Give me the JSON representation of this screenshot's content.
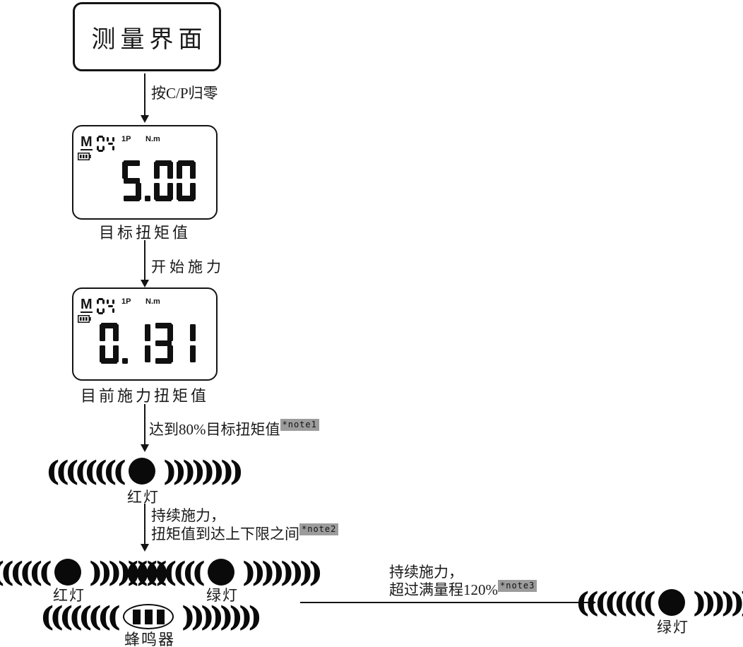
{
  "page": {
    "bg": "#ffffff",
    "ink": "#141414",
    "note_bg": "#9c9c9c"
  },
  "symbols": {
    "arcs_left": "((((((((",
    "arcs_right": "))))))))"
  },
  "start": {
    "label": "测量界面"
  },
  "arrows": {
    "a1": "按C/P归零",
    "a2": "开始施力",
    "a3": {
      "text": "达到80%目标扭矩值",
      "note": "*note1"
    },
    "a4": {
      "line1": "持续施力，",
      "line2": "扭矩值到达上下限之间",
      "note": "*note2"
    },
    "a5": {
      "line1": "持续施力，",
      "line2": "超过满量程120%",
      "note": "*note3"
    }
  },
  "lcd1": {
    "mode": "M",
    "mode_digits": "04",
    "channel": "1P",
    "unit": "N.m",
    "value": "5.00",
    "caption": "目标扭矩值"
  },
  "lcd2": {
    "mode": "M",
    "mode_digits": "04",
    "channel": "1P",
    "unit": "N.m",
    "value": "0.131",
    "caption": "目前施力扭矩值"
  },
  "lights": {
    "l1": "红灯",
    "l2": "红灯",
    "l3": "绿灯",
    "l4": "绿灯"
  },
  "buzzer": {
    "label": "蜂鸣器"
  }
}
